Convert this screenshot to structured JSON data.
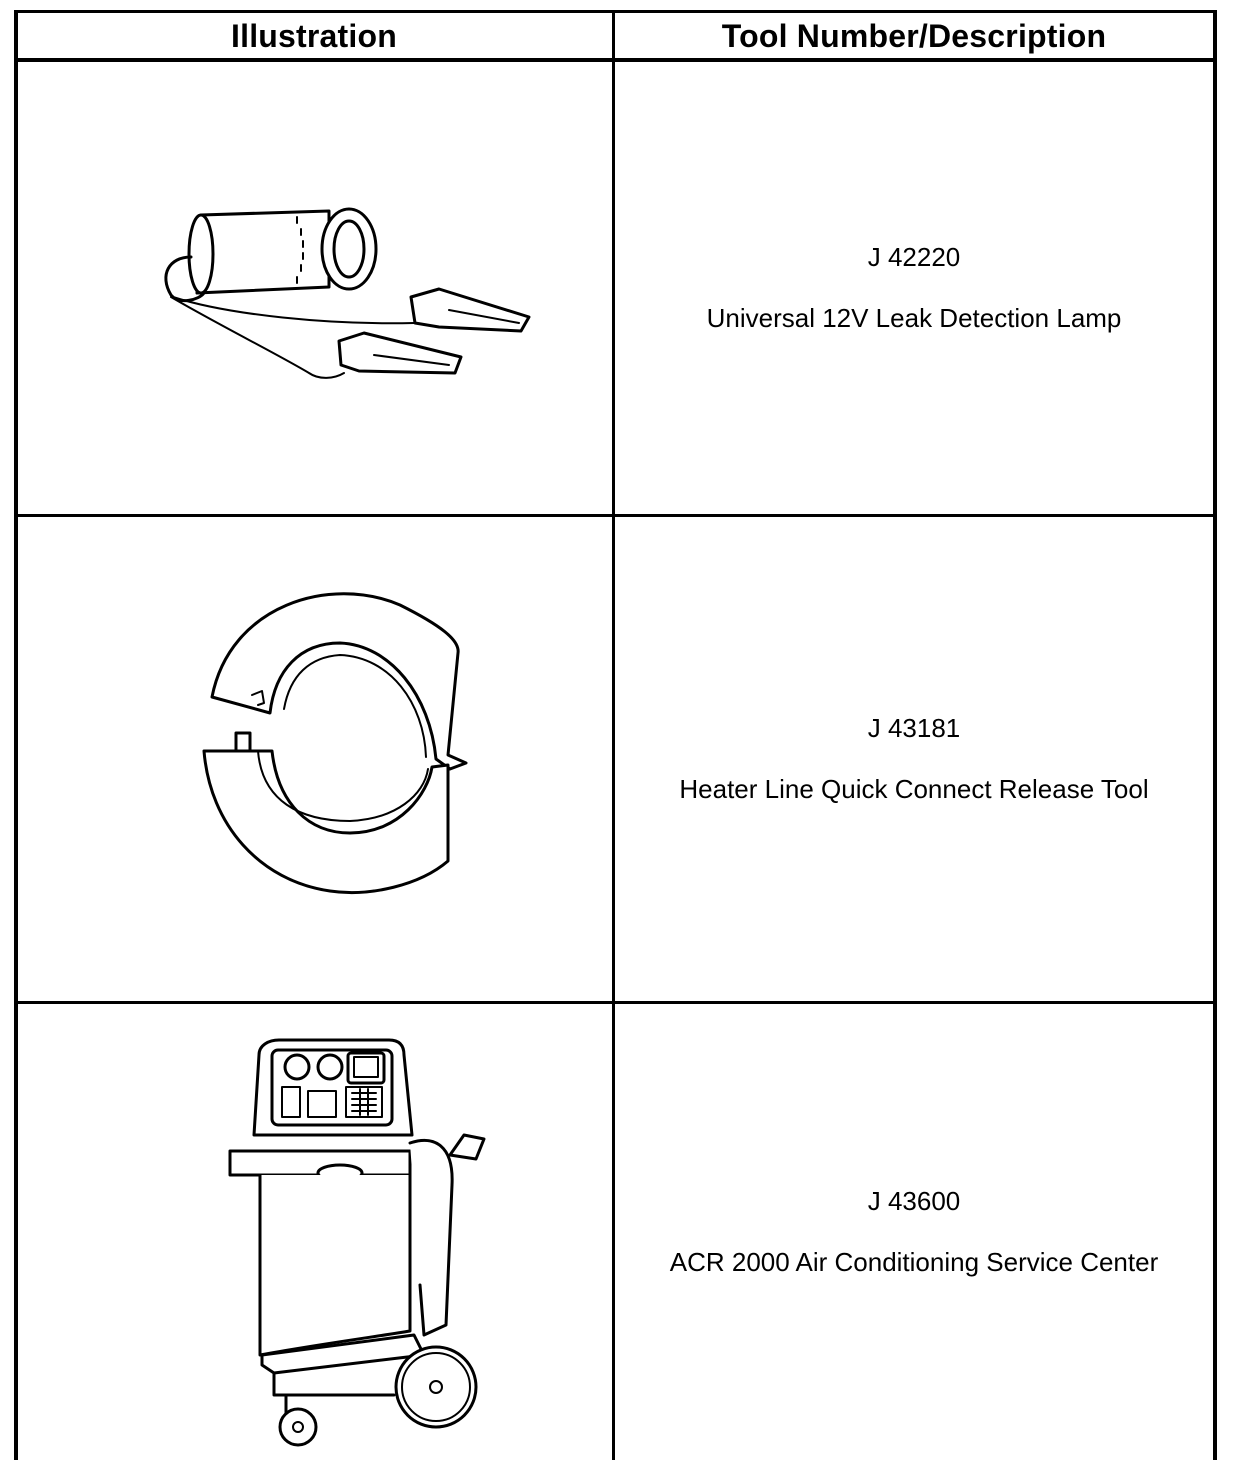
{
  "table": {
    "headers": [
      "Illustration",
      "Tool Number/Description"
    ],
    "rows": [
      {
        "tool_number": "J 42220",
        "description": "Universal 12V Leak Detection Lamp",
        "illustration_icon": "leak-detection-lamp-icon"
      },
      {
        "tool_number": "J 43181",
        "description": "Heater Line Quick Connect Release Tool",
        "illustration_icon": "quick-connect-release-tool-icon"
      },
      {
        "tool_number": "J 43600",
        "description": "ACR 2000 Air Conditioning Service Center",
        "illustration_icon": "ac-service-center-icon"
      }
    ]
  }
}
